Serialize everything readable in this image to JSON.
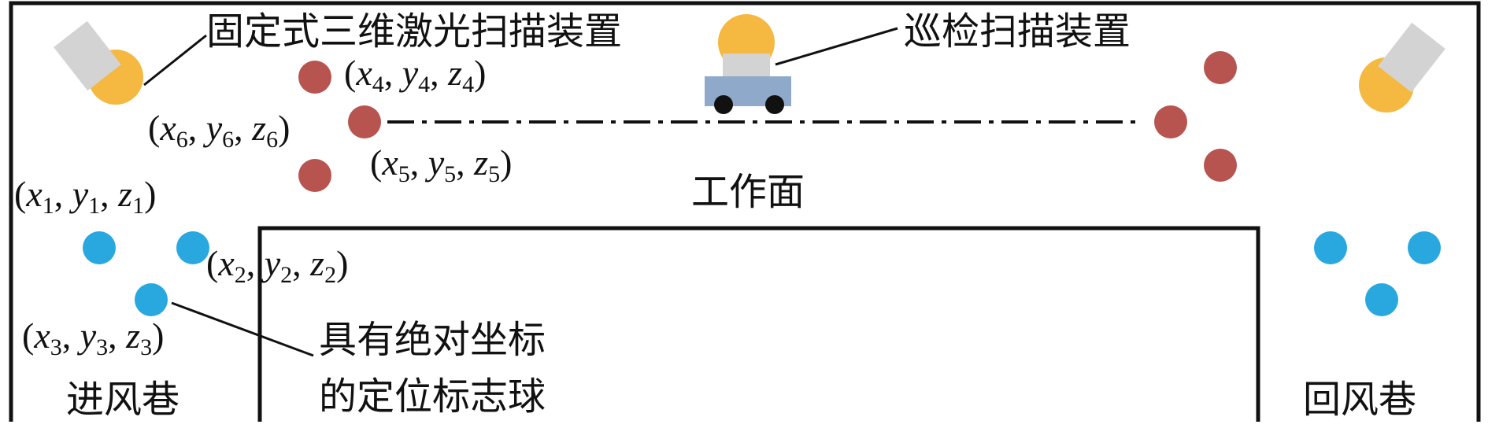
{
  "labels": {
    "fixed_scanner": "固定式三维激光扫描装置",
    "patrol_scanner": "巡检扫描装置",
    "working_face": "工作面",
    "intake_airway": "进风巷",
    "return_airway": "回风巷",
    "marker_line1": "具有绝对坐标",
    "marker_line2": "的定位标志球"
  },
  "coordinates": [
    {
      "id": "1",
      "x": "x",
      "y": "y",
      "z": "z",
      "sub": "1"
    },
    {
      "id": "2",
      "x": "x",
      "y": "y",
      "z": "z",
      "sub": "2"
    },
    {
      "id": "3",
      "x": "x",
      "y": "y",
      "z": "z",
      "sub": "3"
    },
    {
      "id": "4",
      "x": "x",
      "y": "y",
      "z": "z",
      "sub": "4"
    },
    {
      "id": "5",
      "x": "x",
      "y": "y",
      "z": "z",
      "sub": "5"
    },
    {
      "id": "6",
      "x": "x",
      "y": "y",
      "z": "z",
      "sub": "6"
    }
  ],
  "colors": {
    "marker_blue": "#29a8e0",
    "marker_red": "#b85450",
    "scanner_orange": "#f5b841",
    "scanner_gray": "#d3d3d3",
    "cart_blue": "#8ea9c9",
    "wheel": "#111111"
  }
}
